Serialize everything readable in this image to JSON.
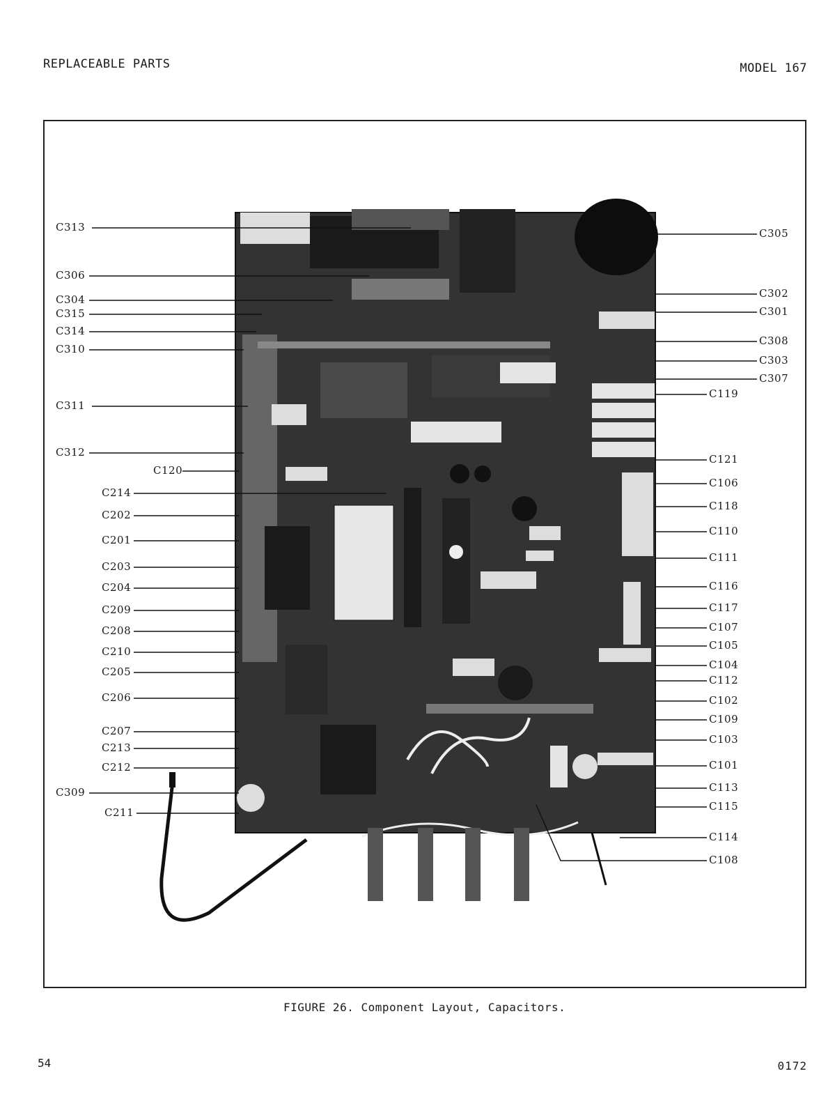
{
  "header": {
    "section": "REPLACEABLE PARTS",
    "model": "MODEL 167"
  },
  "figure": {
    "caption": "FIGURE 26.  Component Layout, Capacitors.",
    "left_labels": [
      "C313",
      "C306",
      "C304",
      "C315",
      "C314",
      "C310",
      "C311",
      "C312",
      "C120",
      "C214",
      "C202",
      "C201",
      "C203",
      "C204",
      "C209",
      "C208",
      "C210",
      "C205",
      "C206",
      "C207",
      "C213",
      "C212",
      "C309",
      "C211"
    ],
    "right_labels": [
      "C305",
      "C302",
      "C301",
      "C308",
      "C303",
      "C307",
      "C119",
      "C121",
      "C106",
      "C118",
      "C110",
      "C111",
      "C116",
      "C117",
      "C107",
      "C105",
      "C104",
      "C112",
      "C102",
      "C109",
      "C103",
      "C101",
      "C113",
      "C115",
      "C114",
      "C108"
    ]
  },
  "footer": {
    "page_number": "54",
    "doc_code": "0172"
  }
}
